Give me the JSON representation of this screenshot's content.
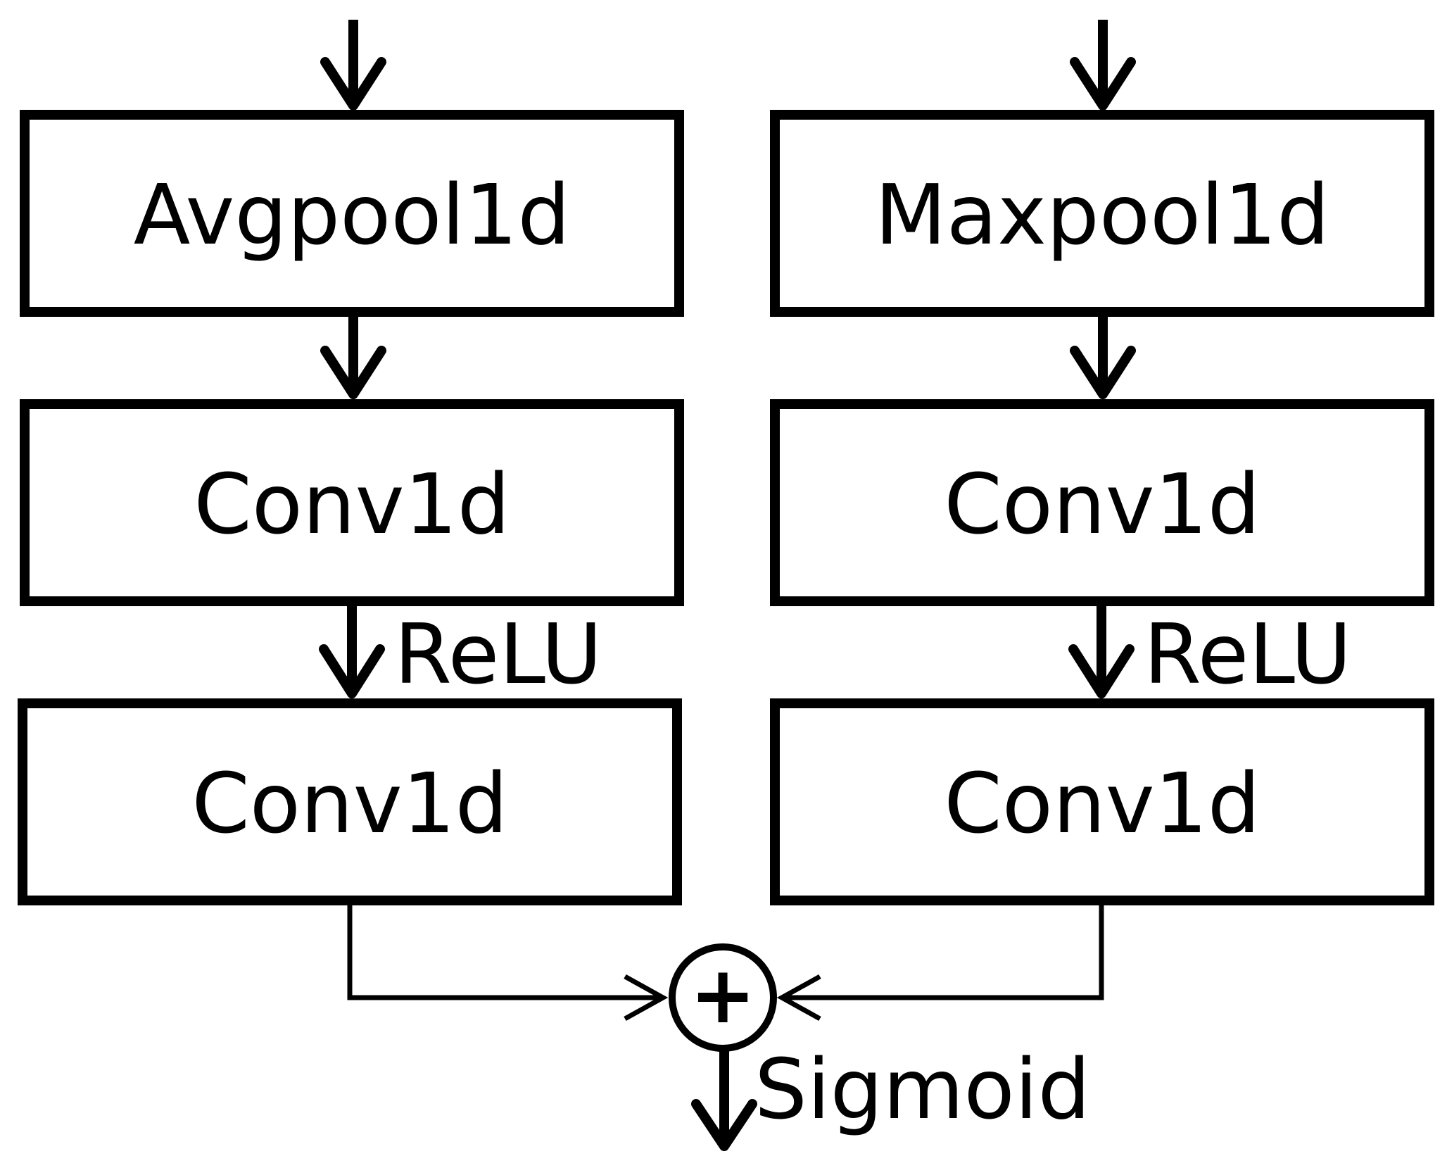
{
  "left_branch": {
    "pool_label": "Avgpool1d",
    "conv1_label": "Conv1d",
    "activation_label": "ReLU",
    "conv2_label": "Conv1d"
  },
  "right_branch": {
    "pool_label": "Maxpool1d",
    "conv1_label": "Conv1d",
    "activation_label": "ReLU",
    "conv2_label": "Conv1d"
  },
  "merge": {
    "operator_symbol": "+",
    "output_activation_label": "Sigmoid"
  }
}
